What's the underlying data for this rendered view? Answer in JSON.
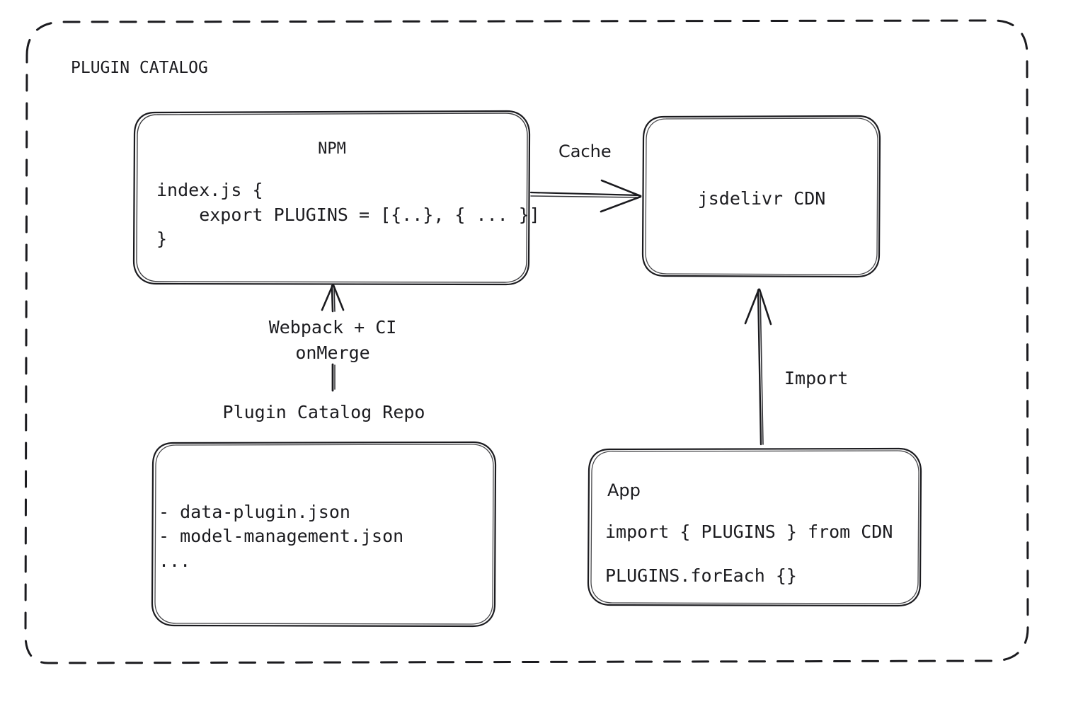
{
  "diagram": {
    "frame_label": "PLUGIN CATALOG",
    "stroke_color": "#1b1b1f",
    "background_color": "#ffffff",
    "nodes": {
      "npm": {
        "title": "NPM",
        "code": "index.js {\n    export PLUGINS = [{..}, { ... }]\n}"
      },
      "cdn": {
        "title": "jsdelivr CDN"
      },
      "repo": {
        "caption": "Plugin Catalog Repo",
        "items": "- data-plugin.json\n- model-management.json\n..."
      },
      "app": {
        "title": "App",
        "line1": "import { PLUGINS } from CDN",
        "line2": "PLUGINS.forEach {}"
      }
    },
    "edges": {
      "cache": {
        "label": "Cache",
        "from": "npm",
        "to": "cdn"
      },
      "webpack": {
        "label": "Webpack + CI\nonMerge",
        "from": "repo",
        "to": "npm"
      },
      "import": {
        "label": "Import",
        "from": "app",
        "to": "cdn"
      }
    }
  }
}
